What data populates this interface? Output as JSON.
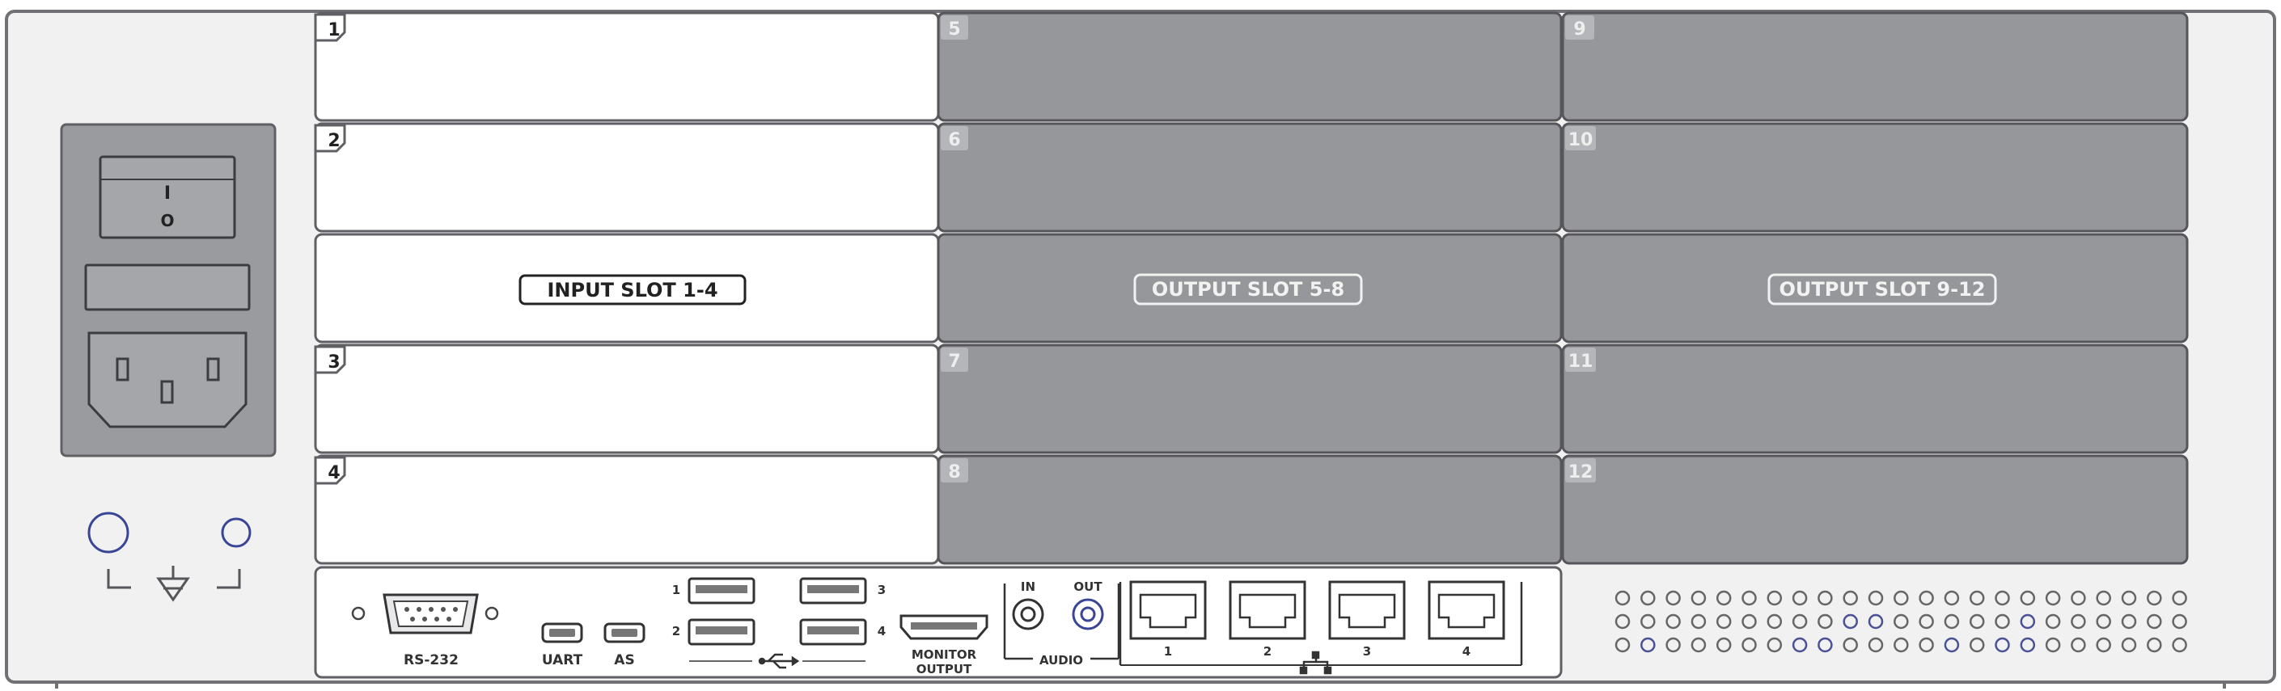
{
  "input_slots": [
    "1",
    "2",
    "3",
    "4"
  ],
  "output_slots": [
    "5",
    "6",
    "7",
    "8",
    "9",
    "10",
    "11",
    "12"
  ],
  "center_labels": {
    "input": "INPUT SLOT 1-4",
    "output_a": "OUTPUT SLOT 5-8",
    "output_b": "OUTPUT SLOT 9-12"
  },
  "power": {
    "switch_on_mark": "I",
    "switch_off_mark": "O"
  },
  "io": {
    "rs232": "RS-232",
    "uart": "UART",
    "as": "AS",
    "usb_ports": [
      "1",
      "2",
      "3",
      "4"
    ],
    "monitor_output_line1": "MONITOR",
    "monitor_output_line2": "OUTPUT",
    "audio_in": "IN",
    "audio_out": "OUT",
    "audio": "AUDIO",
    "lan_ports": [
      "1",
      "2",
      "3",
      "4"
    ]
  },
  "colors": {
    "input_panel": "#ffffff",
    "output_panel": "#96979b",
    "chassis": "#f1f1f2",
    "power_module": "#9a9b9e",
    "outline": "#555558",
    "vent_highlight": "#4a5296"
  }
}
